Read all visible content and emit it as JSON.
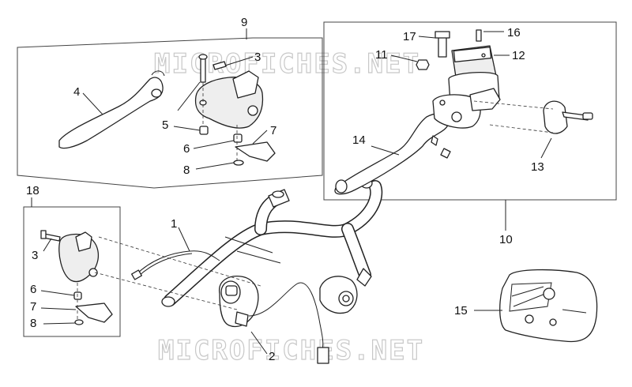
{
  "watermark": "MICROFICHES.NET",
  "callouts": {
    "c1": "1",
    "c2": "2",
    "c3a": "3",
    "c3b": "3",
    "c4": "4",
    "c5": "5",
    "c6a": "6",
    "c6b": "6",
    "c7a": "7",
    "c7b": "7",
    "c8a": "8",
    "c8b": "8",
    "c9": "9",
    "c10": "10",
    "c11": "11",
    "c12": "12",
    "c13": "13",
    "c14": "14",
    "c15": "15",
    "c16": "16",
    "c17": "17",
    "c18": "18"
  },
  "colors": {
    "ink": "#222222",
    "watermark": "#c8c8c8",
    "background": "#ffffff"
  }
}
